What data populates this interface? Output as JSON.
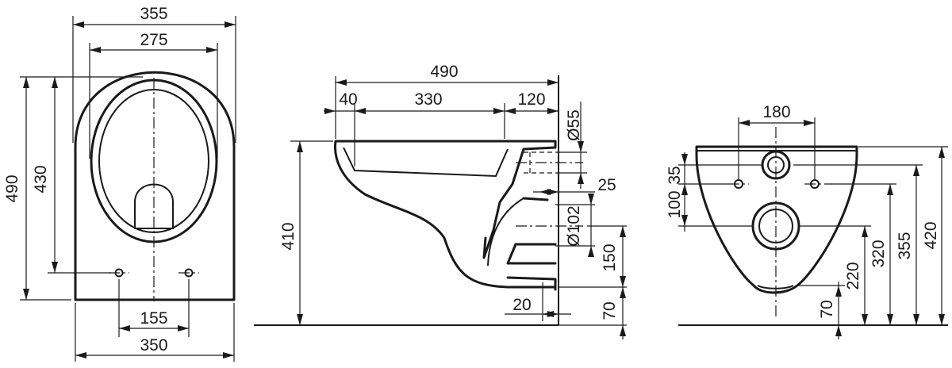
{
  "views": {
    "top": {
      "dims": {
        "overall_width_top": "355",
        "bowl_width": "275",
        "overall_length": "490",
        "inner_length": "430",
        "bolt_spacing": "155",
        "base_width": "350"
      }
    },
    "side": {
      "dims": {
        "overall_length": "490",
        "rim_lip": "40",
        "bowl_length": "330",
        "rear_depth": "120",
        "inlet_diameter": "Ø55",
        "inlet_offset": "25",
        "outlet_diameter": "Ø102",
        "outlet_height": "150",
        "base_offset": "20",
        "floor_clearance": "70",
        "rim_height": "410"
      }
    },
    "rear": {
      "dims": {
        "fixing_spacing": "180",
        "upper_offset": "35",
        "fixing_to_outlet": "100",
        "outlet_height": "220",
        "fixing_height": "320",
        "inlet_height": "355",
        "overall_height": "420",
        "floor_clearance": "70"
      }
    }
  }
}
